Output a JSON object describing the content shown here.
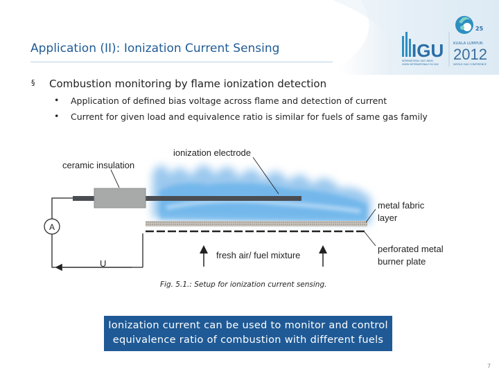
{
  "slide": {
    "title": "Application (II): Ionization Current Sensing",
    "bullet_marker": "§",
    "bullet_main": "Combustion monitoring by flame ionization detection",
    "sub_marker": "•",
    "sub_bullets": [
      "Application of defined bias voltage across flame and detection of current",
      "Current for given load and equivalence ratio is similar for fuels of same gas family"
    ],
    "caption": "Fig. 5.1.: Setup for ionization current sensing.",
    "callout": {
      "line1": "Ionization current can be used to monitor and control",
      "line2": "equivalence ratio of combustion with different fuels"
    },
    "page_number": "7"
  },
  "logo": {
    "org_abbrev": "IGU",
    "org_fullname_line1": "INTERNATIONAL GAS UNION",
    "org_fullname_line2": "UNION INTERNATIONALE DU GAZ",
    "event_number": "25",
    "event_city": "KUALA LUMPUR",
    "event_year": "2012",
    "event_tag": "WORLD GAS CONFERENCE"
  },
  "diagram": {
    "label_ionization_electrode": "ionization electrode",
    "label_ceramic_insulation": "ceramic insulation",
    "label_metal_fabric_1": "metal fabric",
    "label_metal_fabric_2": "layer",
    "label_fresh_air": "fresh air/ fuel mixture",
    "label_burner_1": "perforated metal",
    "label_burner_2": "burner plate",
    "label_ammeter": "A",
    "label_voltage": "U"
  },
  "colors": {
    "title": "#1f5b95",
    "callout_bg": "#1f5a96",
    "flame": "#4a9be0",
    "insulator": "#a7aaa9"
  }
}
